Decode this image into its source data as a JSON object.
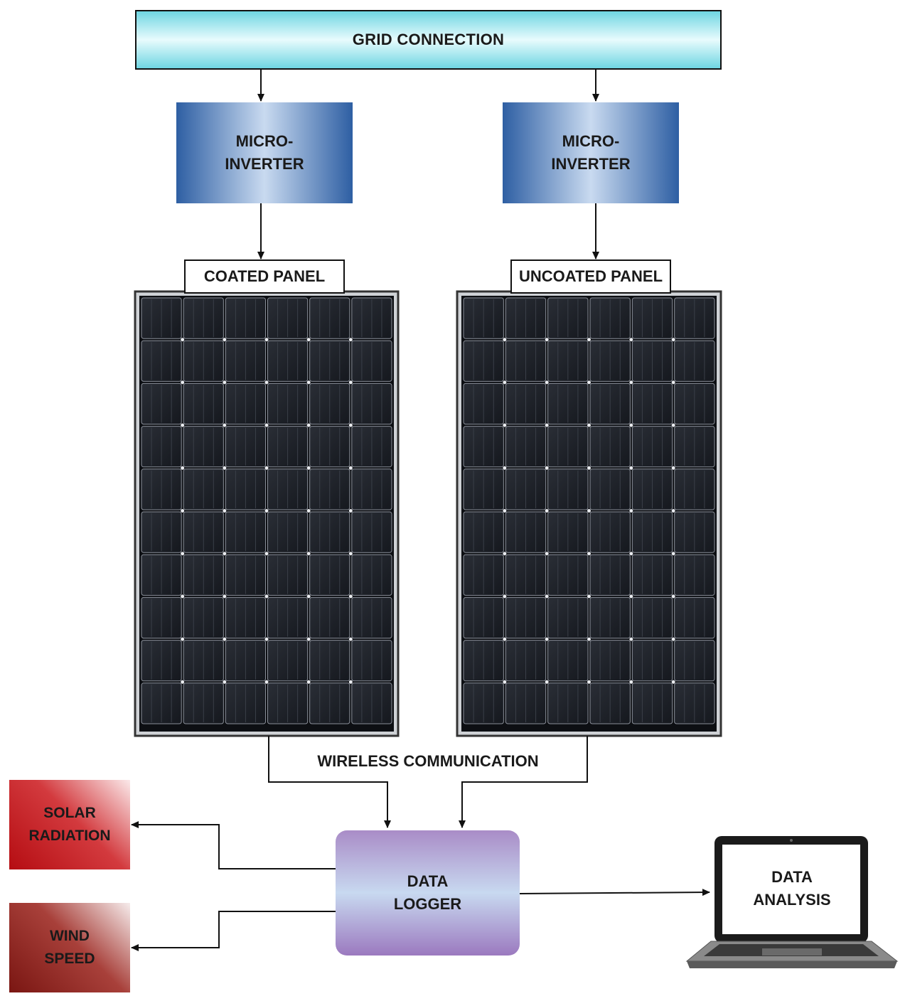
{
  "grid": {
    "label": "GRID CONNECTION"
  },
  "inverters": [
    {
      "line1": "MICRO-",
      "line2": "INVERTER"
    },
    {
      "line1": "MICRO-",
      "line2": "INVERTER"
    }
  ],
  "panels": [
    {
      "label": "COATED PANEL"
    },
    {
      "label": "UNCOATED PANEL"
    }
  ],
  "wireless_label": "WIRELESS COMMUNICATION",
  "logger": {
    "line1": "DATA",
    "line2": "LOGGER"
  },
  "sensors": [
    {
      "line1": "SOLAR",
      "line2": "RADIATION"
    },
    {
      "line1": "WIND",
      "line2": "SPEED"
    }
  ],
  "analysis": {
    "line1": "DATA",
    "line2": "ANALYSIS"
  },
  "colors": {
    "grid": "#6fd6e2",
    "inverter": "#2e5fa3",
    "logger": "#a98cc7",
    "solar": "#b50d12",
    "wind": "#7a1612",
    "panel_cell": "#1c1f26"
  }
}
